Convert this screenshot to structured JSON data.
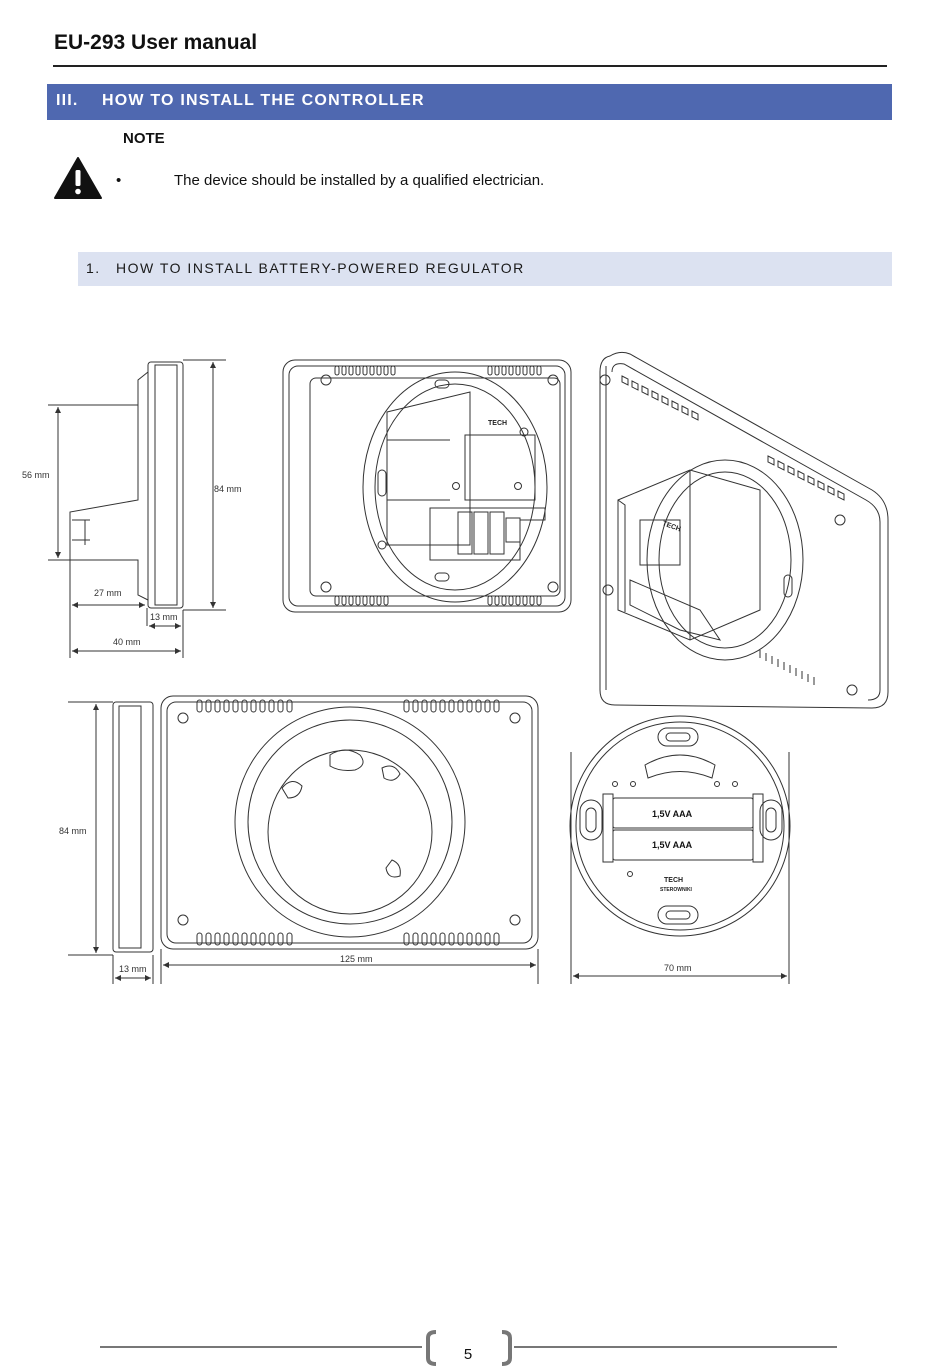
{
  "header": {
    "title": "EU-293 User manual"
  },
  "section": {
    "number": "III.",
    "title": "HOW TO INSTALL THE CONTROLLER"
  },
  "note": {
    "label": "NOTE",
    "icon": "warning-triangle-icon",
    "bullet": "•",
    "text": "The device should be installed by a qualified electrician."
  },
  "subsection": {
    "number": "1.",
    "title": "HOW TO INSTALL BATTERY-POWERED REGULATOR"
  },
  "figures": {
    "side_view": {
      "dim_height_small": "56 mm",
      "dim_height_large": "84 mm",
      "dim_depth_base": "27 mm",
      "dim_depth_front": "13 mm",
      "dim_depth_total": "40 mm"
    },
    "front_view": {
      "dim_height": "84 mm",
      "dim_depth": "13 mm",
      "dim_width": "125 mm"
    },
    "base_view": {
      "dim_width": "70 mm",
      "battery_1": "1,5V AAA",
      "battery_2": "1,5V AAA",
      "brand": "TECH",
      "brand_sub": "STEROWNIKI"
    },
    "rear_view": {
      "brand": "TECH"
    },
    "perspective_view": {
      "brand": "TECH"
    }
  },
  "footer": {
    "page_number": "5"
  },
  "colors": {
    "section_bar": "#4f68b0",
    "subsection_bar": "#dce2f1"
  }
}
